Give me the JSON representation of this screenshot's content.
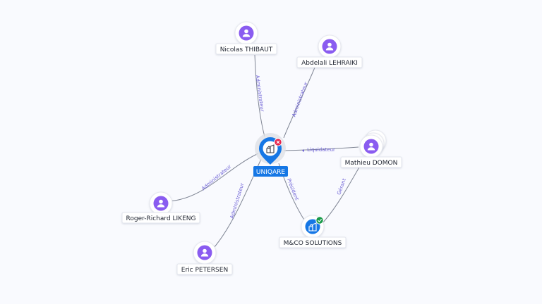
{
  "company": {
    "name": "UNIQARE",
    "status": "closed",
    "status_color": "#e5234b",
    "accent": "#1677e5"
  },
  "subsidiary": {
    "name": "M&CO SOLUTIONS",
    "status": "active",
    "status_color": "#1a9a4a"
  },
  "people": [
    {
      "id": "nicolas",
      "name": "Nicolas THIBAUT"
    },
    {
      "id": "abdelali",
      "name": "Abdelali LEHRAIKI"
    },
    {
      "id": "mathieu",
      "name": "Mathieu DOMON"
    },
    {
      "id": "roger",
      "name": "Roger-Richard LIKENG"
    },
    {
      "id": "eric",
      "name": "Eric PETERSEN"
    }
  ],
  "edges": [
    {
      "from": "nicolas",
      "to": "uniqare",
      "role": "Administrateur"
    },
    {
      "from": "abdelali",
      "to": "uniqare",
      "role": "Administrateur"
    },
    {
      "from": "mathieu",
      "to": "uniqare",
      "role": "Liquidateur"
    },
    {
      "from": "roger",
      "to": "uniqare",
      "role": "Administrateur"
    },
    {
      "from": "eric",
      "to": "uniqare",
      "role": "Administrateur"
    },
    {
      "from": "uniqare",
      "to": "mco",
      "role": "Président"
    },
    {
      "from": "mathieu",
      "to": "mco",
      "role": "Gérant"
    }
  ],
  "icons": {
    "person": "person-icon",
    "company": "building-icon",
    "closed_badge": "close-icon",
    "active_badge": "check-icon"
  }
}
